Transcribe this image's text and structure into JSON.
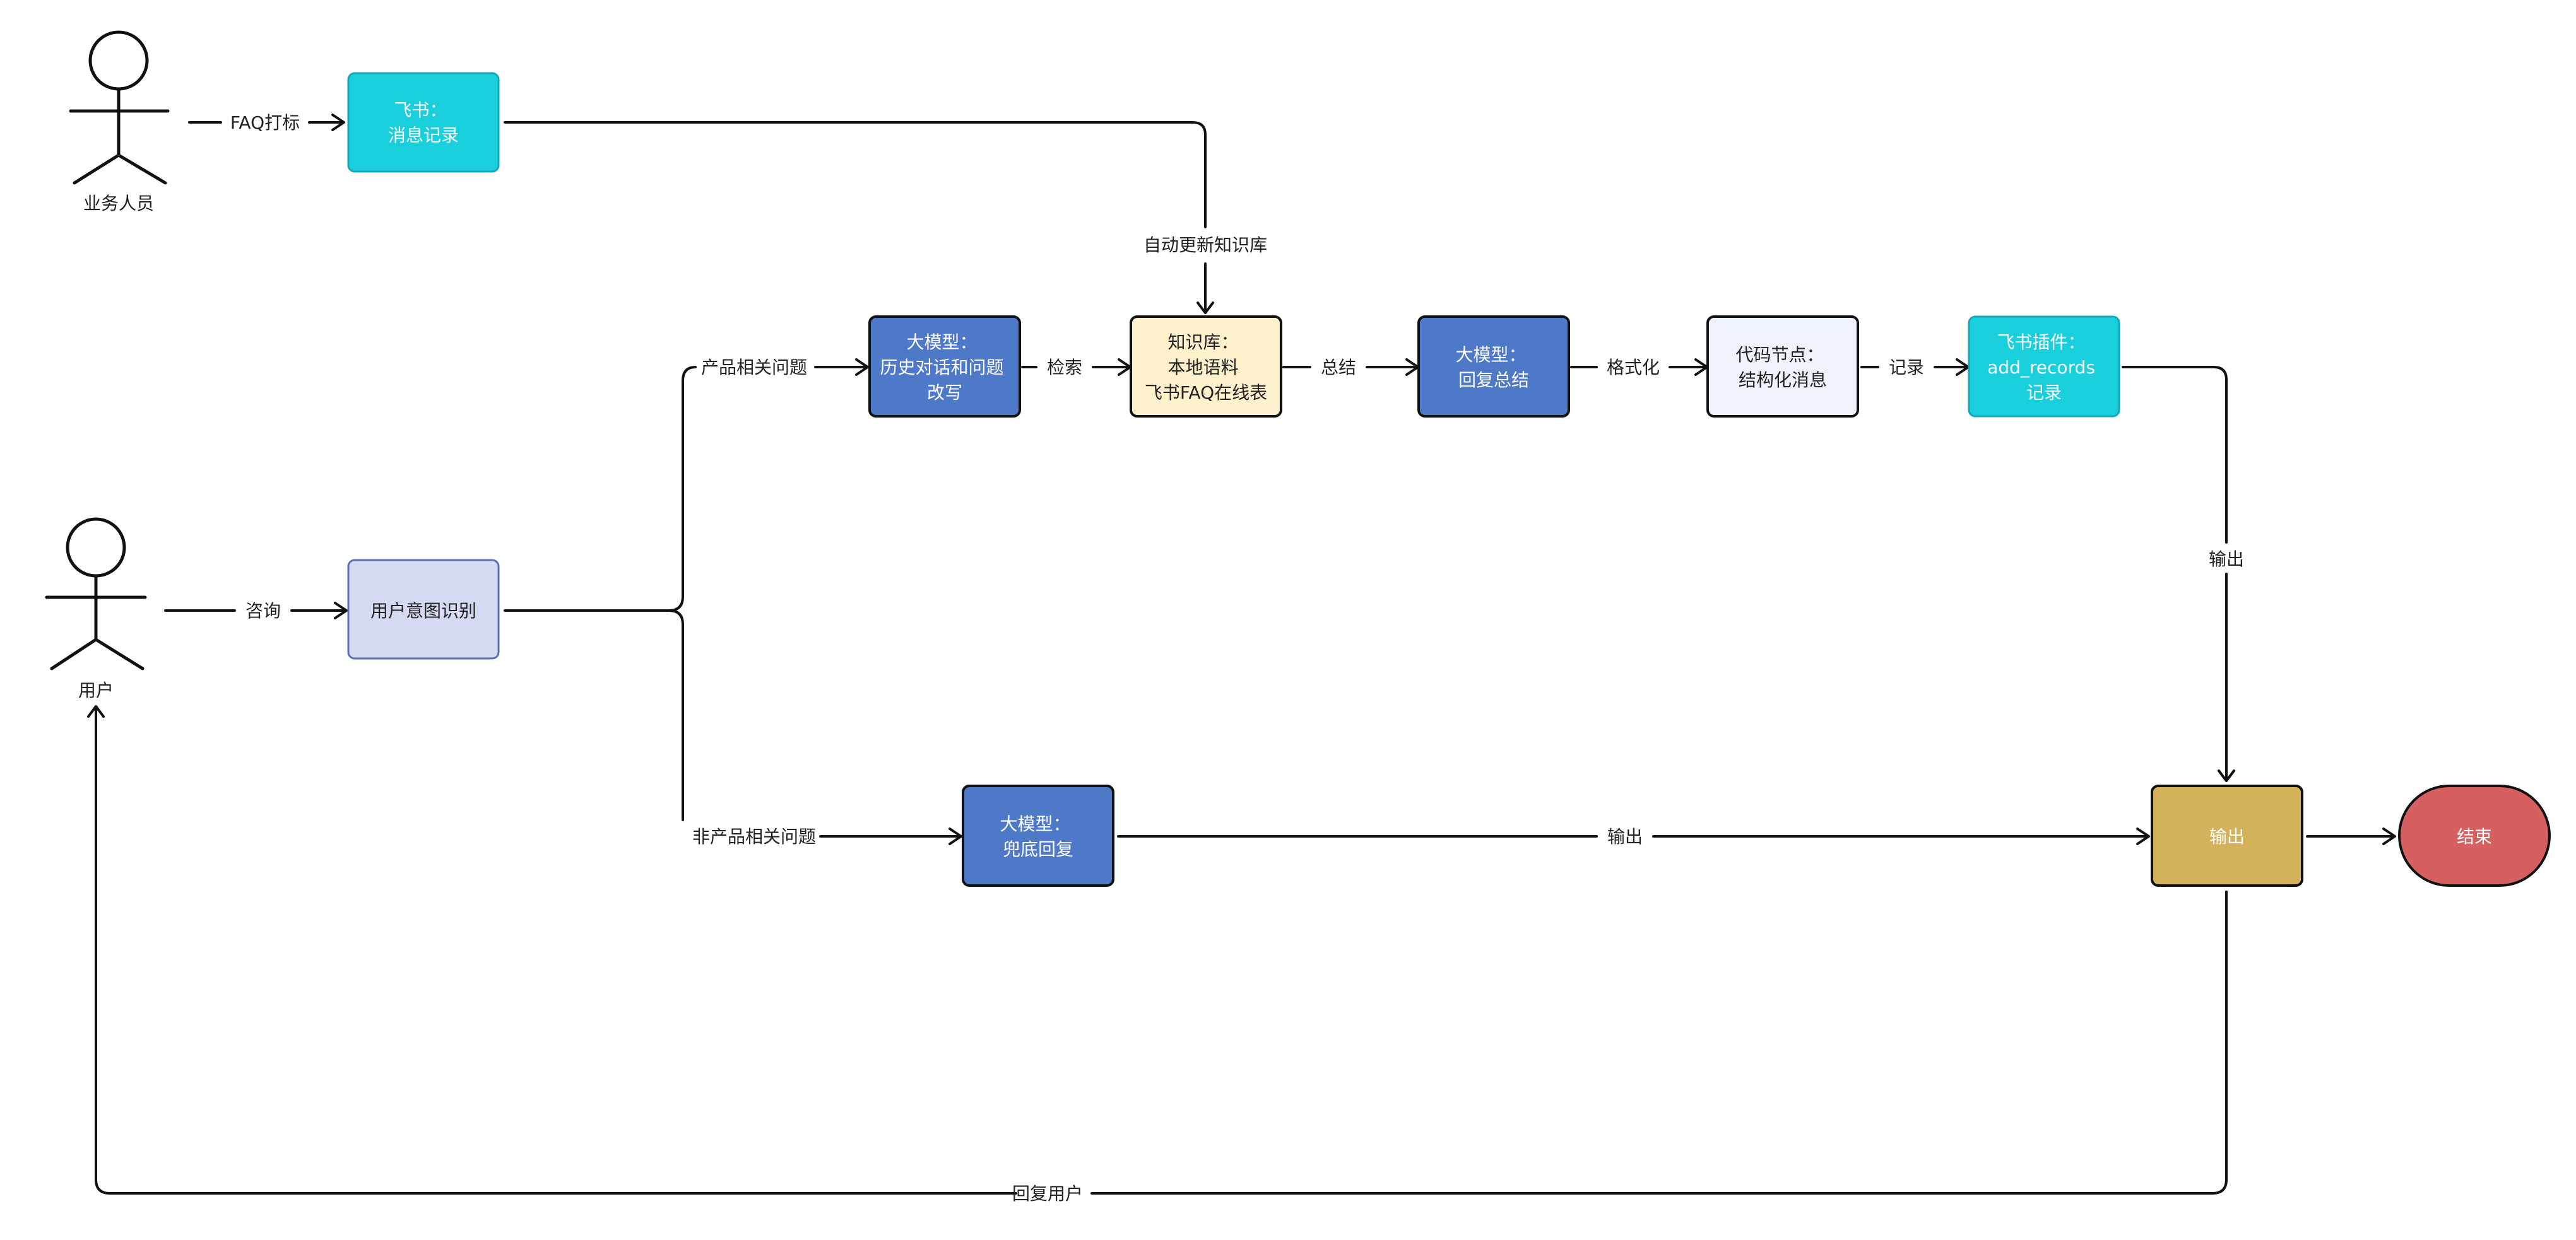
{
  "diagram": {
    "actors": {
      "staff": {
        "label": "业务人员"
      },
      "user": {
        "label": "用户"
      }
    },
    "nodes": {
      "feishu_msg": {
        "lines": [
          "飞书：",
          "消息记录"
        ]
      },
      "intent": {
        "lines": [
          "用户意图识别"
        ]
      },
      "llm_rewrite": {
        "lines": [
          "大模型：",
          "历史对话和问题",
          "改写"
        ]
      },
      "kb": {
        "lines": [
          "知识库：",
          "本地语料",
          "飞书FAQ在线表"
        ]
      },
      "llm_summary": {
        "lines": [
          "大模型：",
          "回复总结"
        ]
      },
      "code_node": {
        "lines": [
          "代码节点：",
          "结构化消息"
        ]
      },
      "feishu_plugin": {
        "lines": [
          "飞书插件：",
          "add_records",
          "记录"
        ]
      },
      "llm_fallback": {
        "lines": [
          "大模型：",
          "兜底回复"
        ]
      },
      "output": {
        "lines": [
          "输出"
        ]
      },
      "end": {
        "lines": [
          "结束"
        ]
      }
    },
    "edge_labels": {
      "faq_tag": "FAQ打标",
      "auto_update": "自动更新知识库",
      "consult": "咨询",
      "product_q": "产品相关问题",
      "retrieve": "检索",
      "summarize": "总结",
      "format": "格式化",
      "record": "记录",
      "output_right": "输出",
      "non_product_q": "非产品相关问题",
      "output_bottom": "输出",
      "reply_user": "回复用户"
    }
  },
  "colors": {
    "cyan": "#19cfdc",
    "blue": "#4e78c8",
    "light_purple": "#d5d9f2",
    "light_yellow": "#fdf0cc",
    "light_gray": "#eef2fb",
    "gold": "#d3b25b",
    "red": "#d65f5f",
    "line": "#111111"
  }
}
